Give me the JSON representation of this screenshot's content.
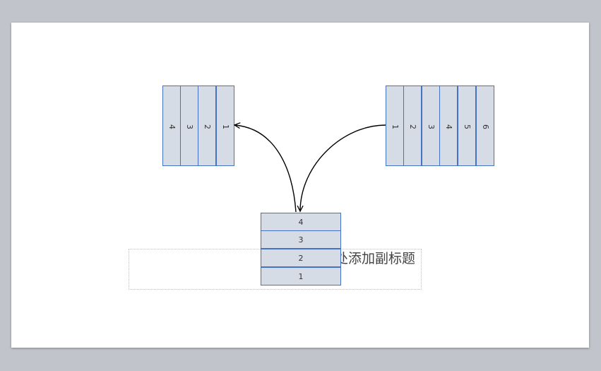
{
  "slide": {
    "subtitle_placeholder": "击此处添加副标题"
  },
  "left_stack": {
    "cells": [
      "4",
      "3",
      "2",
      "1"
    ]
  },
  "right_stack": {
    "cells": [
      "1",
      "2",
      "3",
      "4",
      "5",
      "6"
    ]
  },
  "bottom_stack": {
    "cells": [
      "4",
      "3",
      "2",
      "1"
    ]
  },
  "colors": {
    "cell_fill": "#d6dce6",
    "cell_border": "#4472c4",
    "background": "#c2c4cc",
    "slide": "#ffffff"
  }
}
